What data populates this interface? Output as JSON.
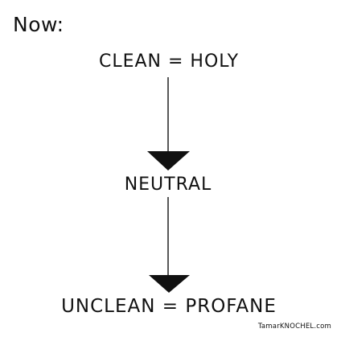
{
  "diagram": {
    "heading": "Now:",
    "nodes": [
      {
        "label": "CLEAN = HOLY"
      },
      {
        "label": "NEUTRAL"
      },
      {
        "label": "UNCLEAN = PROFANE"
      }
    ],
    "credit": "TamarKNOCHEL.com",
    "stroke_color": "#111111",
    "background_color": "#ffffff"
  }
}
